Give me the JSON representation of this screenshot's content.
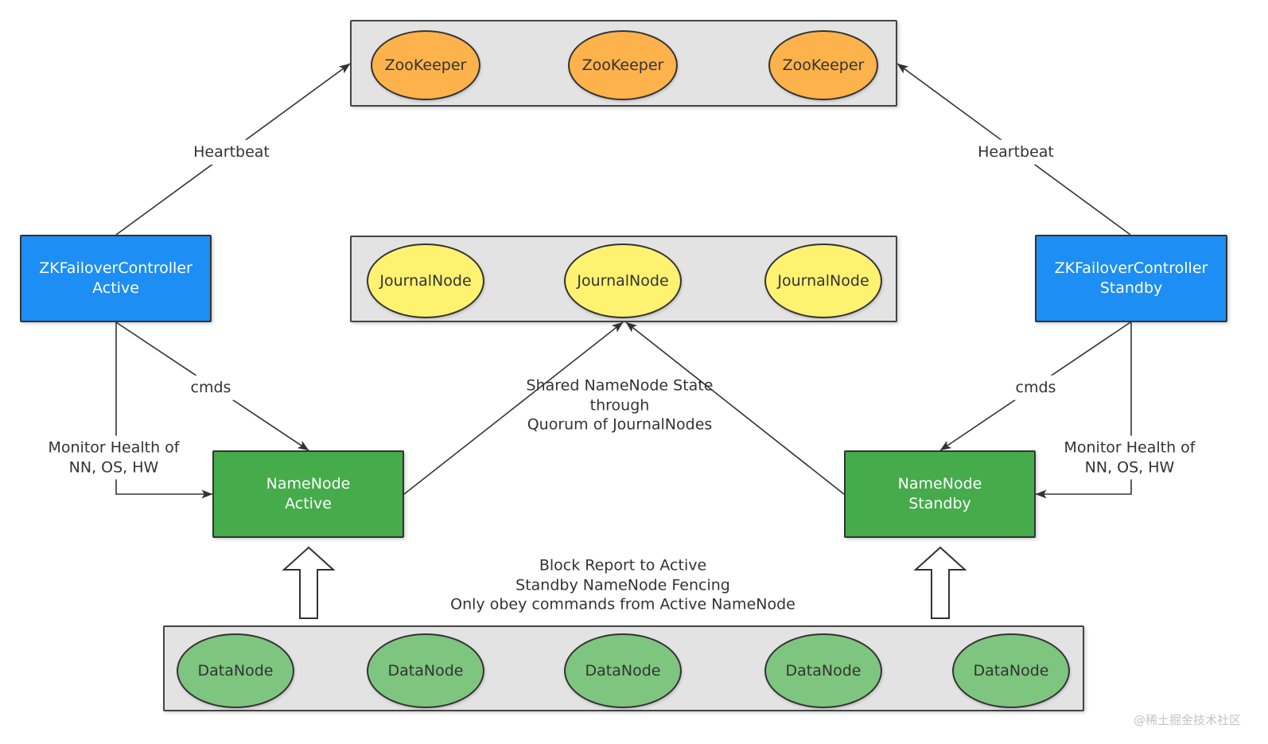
{
  "zookeeper_ensemble": {
    "nodes": [
      "ZooKeeper",
      "ZooKeeper",
      "ZooKeeper"
    ]
  },
  "journalnode_quorum": {
    "nodes": [
      "JournalNode",
      "JournalNode",
      "JournalNode"
    ]
  },
  "datanodes": {
    "nodes": [
      "DataNode",
      "DataNode",
      "DataNode",
      "DataNode",
      "DataNode"
    ]
  },
  "zkfc_active": {
    "name": "ZKFailoverController",
    "state": "Active"
  },
  "zkfc_standby": {
    "name": "ZKFailoverController",
    "state": "Standby"
  },
  "namenode_active": {
    "name": "NameNode",
    "state": "Active"
  },
  "namenode_standby": {
    "name": "NameNode",
    "state": "Standby"
  },
  "edges": {
    "heartbeat_active": "Heartbeat",
    "heartbeat_standby": "Heartbeat",
    "cmds_active": "cmds",
    "cmds_standby": "cmds",
    "monitor_active": [
      "Monitor Health of",
      "NN, OS, HW"
    ],
    "monitor_standby": [
      "Monitor Health of",
      "NN, OS, HW"
    ],
    "shared_state": [
      "Shared NameNode State",
      "through",
      "Quorum of JournalNodes"
    ],
    "block_report": [
      "Block Report to Active",
      "Standby NameNode Fencing",
      "Only obey commands from Active NameNode"
    ]
  },
  "colors": {
    "group_fill": "#e3e3e3",
    "zookeeper_fill": "#fdb24b",
    "journalnode_fill": "#fff271",
    "datanode_fill": "#7ec57f",
    "zkfc_fill": "#1d8ef3",
    "namenode_fill": "#45ab4b",
    "line_color": "#333333",
    "box_text": "#ffffff",
    "node_text": "#333333"
  },
  "watermark": "@稀土掘金技术社区"
}
